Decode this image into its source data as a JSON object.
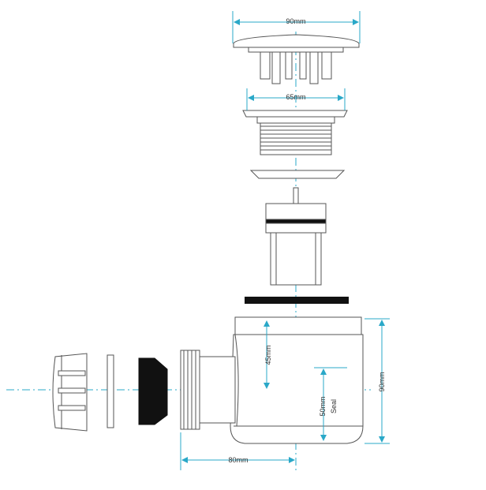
{
  "diagram": {
    "title": "",
    "dimensions": {
      "cap_width": "90mm",
      "thread_width": "65mm",
      "depth_45": "45mm",
      "seal_50": "50mm",
      "seal_label": "Seal",
      "height_90": "90mm",
      "offset_80": "80mm"
    },
    "colors": {
      "outline": "#555555",
      "dimension": "#2aa8c8",
      "gasket": "#111111",
      "centerline": "#2aa8c8"
    }
  }
}
